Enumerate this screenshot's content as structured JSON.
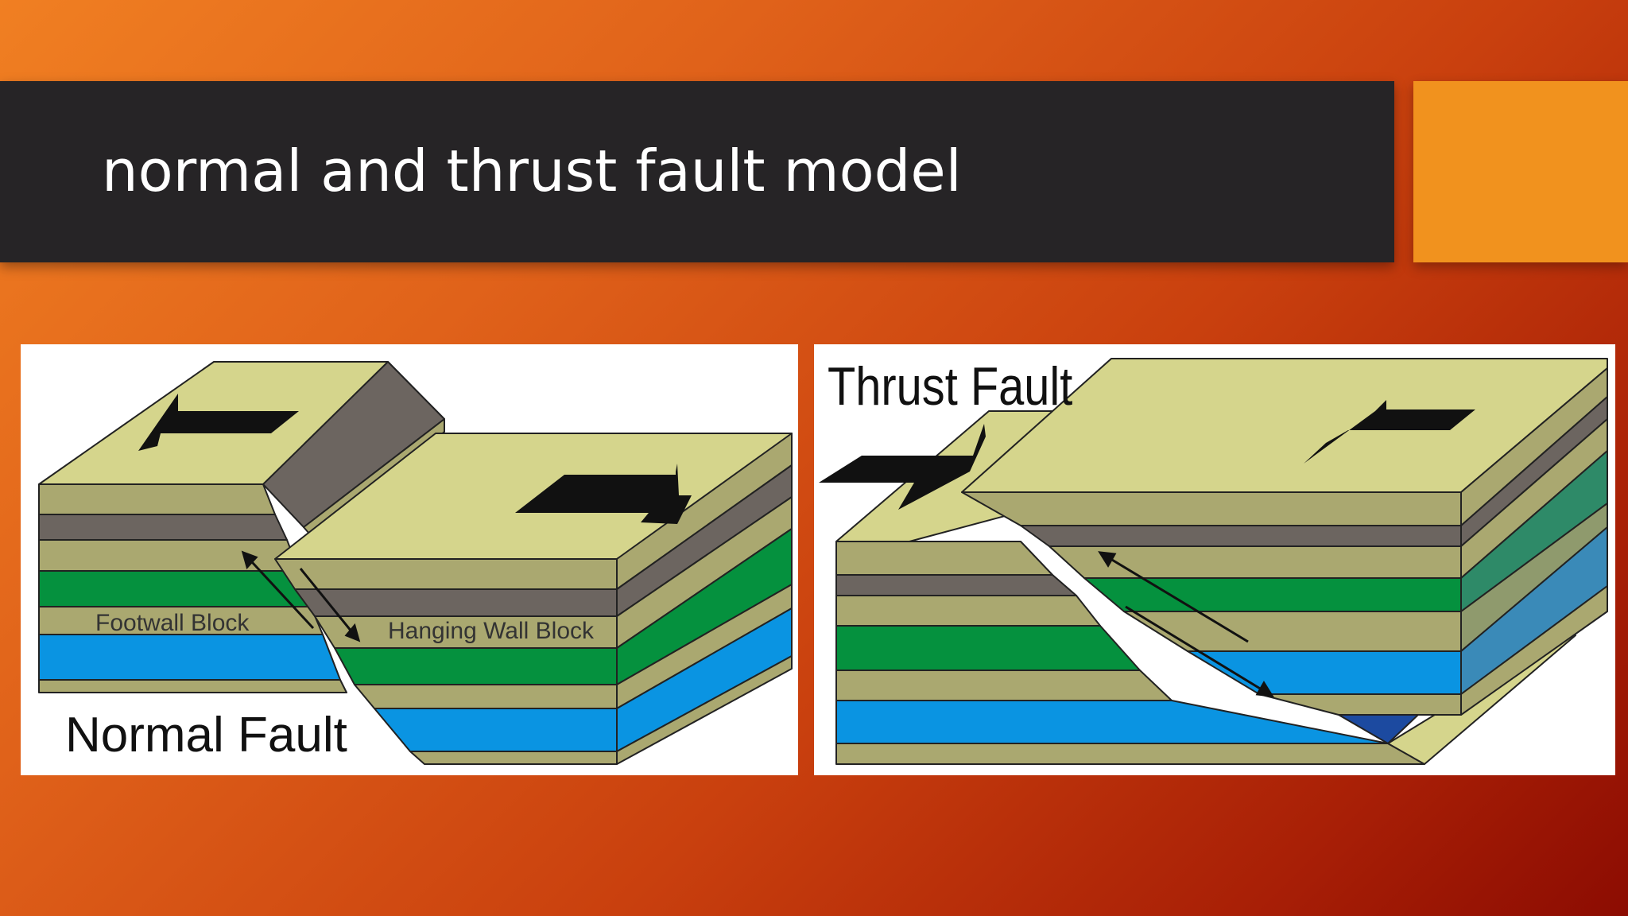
{
  "slide": {
    "title": "normal and thrust fault model"
  },
  "normal_fault": {
    "caption": "Normal Fault",
    "footwall_label": "Footwall Block",
    "hanging_wall_label": "Hanging Wall Block"
  },
  "thrust_fault": {
    "caption": "Thrust Fault"
  },
  "colors": {
    "khaki_top": "#d5d58c",
    "khaki_layer": "#aaa870",
    "gray_layer": "#6c6560",
    "green_layer": "#05913e",
    "blue_layer": "#0a94e2",
    "accent_orange": "#f1921e",
    "title_bar": "#262426"
  }
}
